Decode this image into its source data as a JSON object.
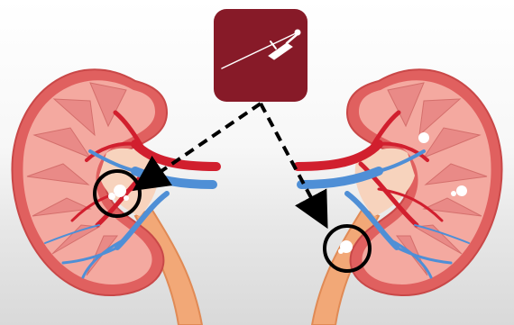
{
  "illustration": {
    "subject": "kidney-stone-laser-treatment",
    "icon": "laser-fiber-icon",
    "colors": {
      "background_top": "#ffffff",
      "background_bottom": "#d9d9d9",
      "icon_tile": "#871a28",
      "kidney_outer": "#e0605f",
      "kidney_cortex": "#f4a9a0",
      "pyramid": "#e98a87",
      "artery": "#d11f2e",
      "vein": "#4f8fd6",
      "ureter": "#f2a877",
      "stone": "#ffffff",
      "callout_ring": "#000000"
    },
    "stones_left_kidney": 1,
    "stones_right_kidney": 3,
    "callouts": [
      "left-renal-pelvis-stone",
      "right-ureter-stone"
    ]
  }
}
